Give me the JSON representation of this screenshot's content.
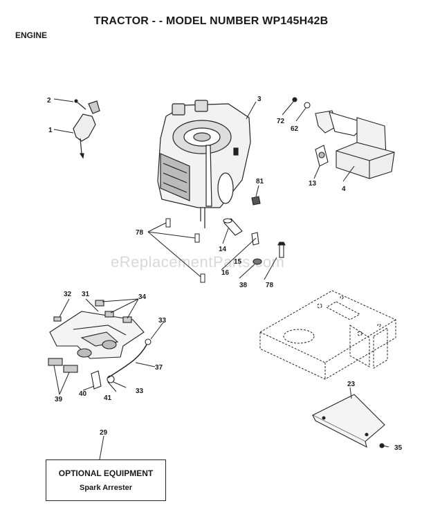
{
  "header": {
    "title": "TRACTOR - - MODEL NUMBER WP145H42B",
    "section": "ENGINE"
  },
  "watermark": "eReplacementParts.com",
  "callouts": {
    "c2": "2",
    "c1": "1",
    "c3": "3",
    "c72": "72",
    "c62": "62",
    "c13": "13",
    "c4": "4",
    "c81": "81",
    "c78a": "78",
    "c14": "14",
    "c15": "15",
    "c16": "16",
    "c38": "38",
    "c78b": "78",
    "c32": "32",
    "c31": "31",
    "c34": "34",
    "c33a": "33",
    "c37": "37",
    "c39": "39",
    "c40": "40",
    "c41": "41",
    "c33b": "33",
    "c23": "23",
    "c35": "35",
    "c29": "29"
  },
  "optional_equipment": {
    "heading": "OPTIONAL EQUIPMENT",
    "item": "Spark Arrester"
  }
}
